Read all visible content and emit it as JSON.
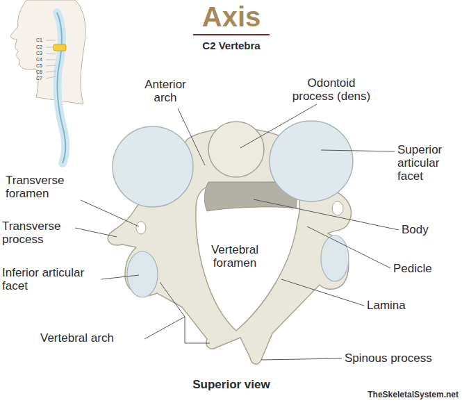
{
  "diagram": {
    "title": "Axis",
    "caption": "Superior view",
    "labels": [
      "C2 Vertebra",
      "C1",
      "C2",
      "C3",
      "C4",
      "C5",
      "C6",
      "C7",
      "Anterior arch",
      "Odontoid process (dens)",
      "Superior articular facet",
      "Transverse foramen",
      "Transverse process",
      "Body",
      "Vertebral foramen",
      "Pedicle",
      "Inferior articular facet",
      "Lamina",
      "Vertebral arch",
      "Spinous process",
      "TheSkeletalSystem.net"
    ]
  }
}
